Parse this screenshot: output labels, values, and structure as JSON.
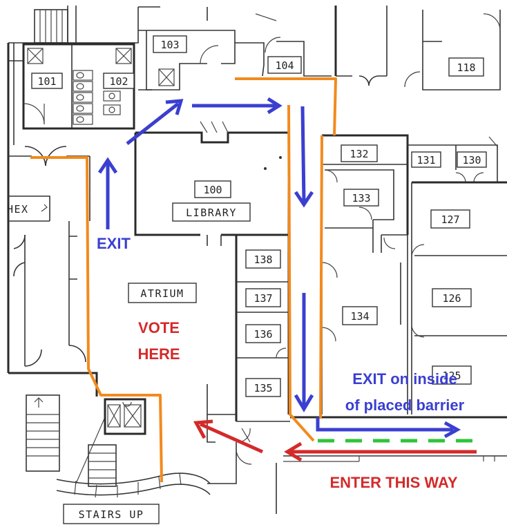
{
  "rooms": {
    "r101": "101",
    "r102": "102",
    "r103": "103",
    "r104": "104",
    "r118": "118",
    "r100": "100",
    "r132": "132",
    "r131": "131",
    "r130": "130",
    "r133": "133",
    "r127": "127",
    "r138": "138",
    "r137": "137",
    "r136": "136",
    "r135": "135",
    "r134": "134",
    "r126": "126",
    "r125": "125"
  },
  "labels": {
    "library": "LIBRARY",
    "atrium": "ATRIUM",
    "hex": "HEX",
    "stairs_up": "STAIRS UP"
  },
  "annotations": {
    "exit": "EXIT",
    "vote_line1": "VOTE",
    "vote_line2": "HERE",
    "exit_barrier_line1": "EXIT on inside",
    "exit_barrier_line2": "of placed barrier",
    "enter": "ENTER THIS WAY"
  },
  "colors": {
    "route": "#f28a1e",
    "exit_arrows": "#3b3fd0",
    "enter_arrows": "#d42a2a",
    "barrier": "#2ec53a"
  }
}
